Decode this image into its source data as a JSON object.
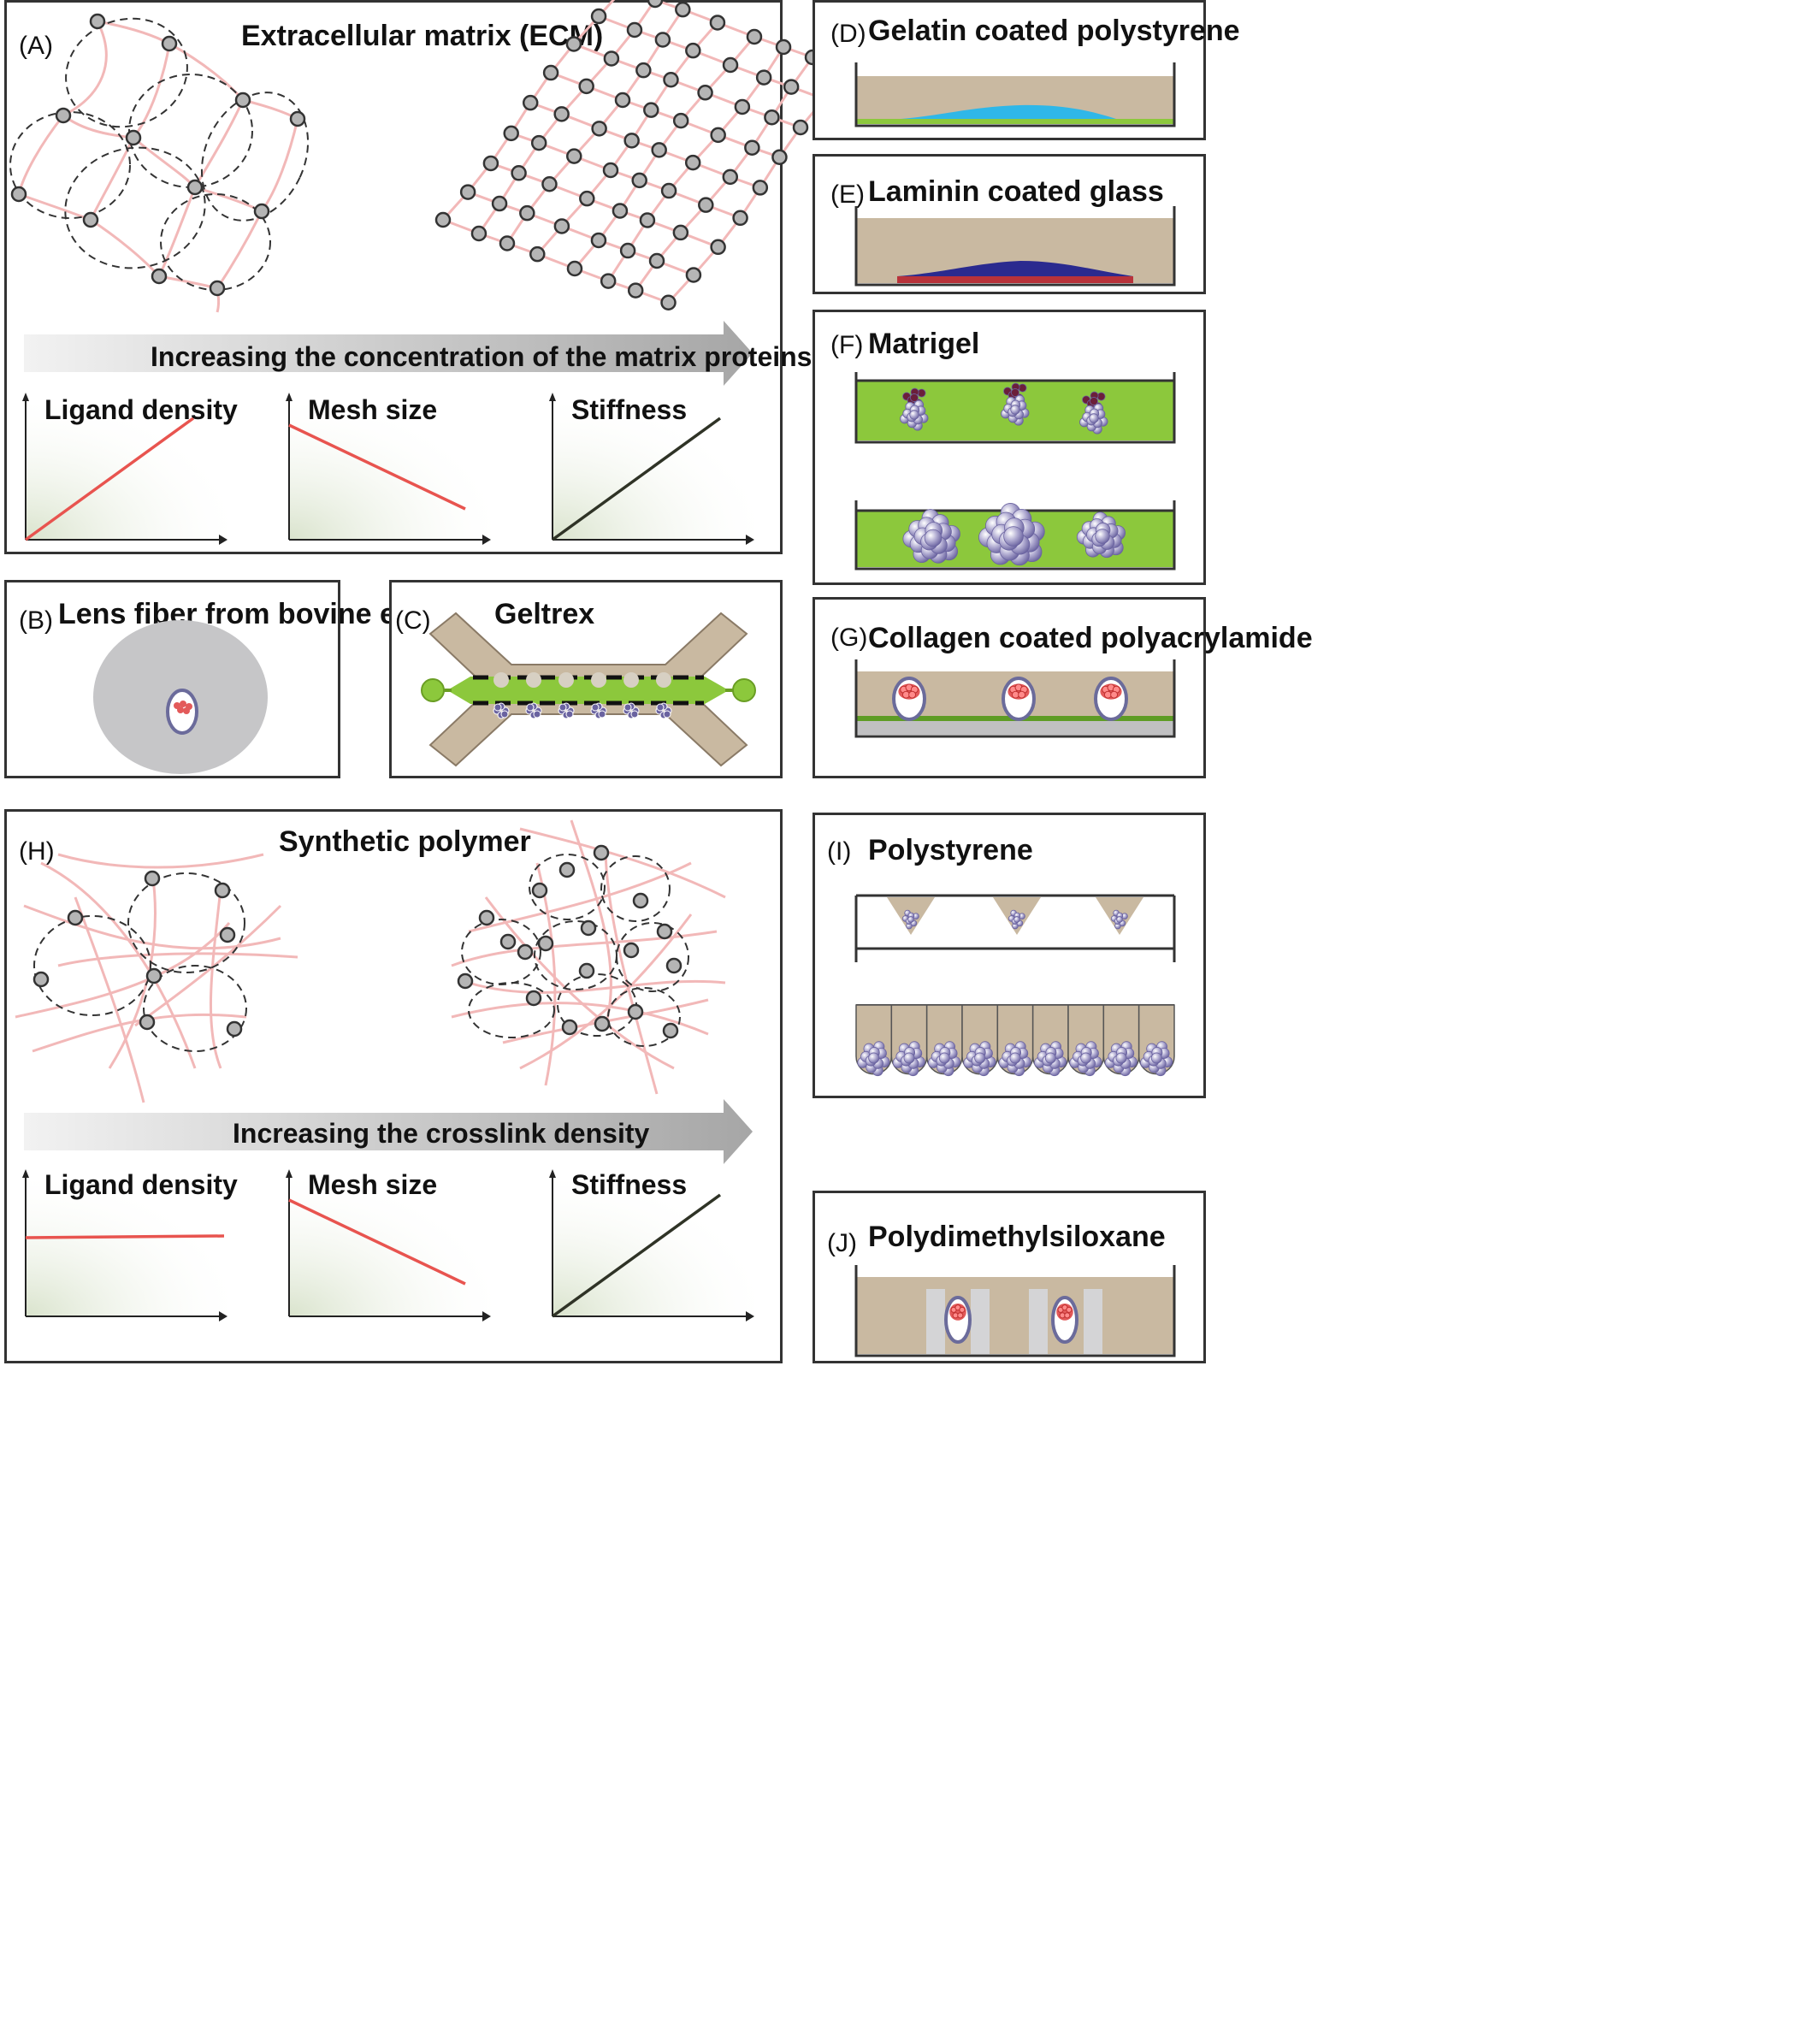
{
  "panelA": {
    "letter": "(A)",
    "title": "Extracellular matrix (ECM)",
    "arrow_label": "Increasing the concentration of the matrix proteins"
  },
  "panelB": {
    "letter": "(B)",
    "title": "Lens fiber from bovine eye"
  },
  "panelC": {
    "letter": "(C)",
    "title": "Geltrex"
  },
  "panelD": {
    "letter": "(D)",
    "title": "Gelatin coated polystyrene"
  },
  "panelE": {
    "letter": "(E)",
    "title": "Laminin coated glass"
  },
  "panelF": {
    "letter": "(F)",
    "title": "Matrigel"
  },
  "panelG": {
    "letter": "(G)",
    "title": "Collagen coated polyacrylamide"
  },
  "panelH": {
    "letter": "(H)",
    "title": "Synthetic polymer",
    "arrow_label": "Increasing the crosslink density"
  },
  "panelI": {
    "letter": "(I)",
    "title": "Polystyrene"
  },
  "panelJ": {
    "letter": "(J)",
    "title": "Polydimethylsiloxane"
  },
  "chart_data": [
    {
      "type": "line",
      "panel": "A",
      "title": "Ligand density",
      "trend": "increasing",
      "color": "#e8544f"
    },
    {
      "type": "line",
      "panel": "A",
      "title": "Mesh size",
      "trend": "decreasing",
      "color": "#e8544f"
    },
    {
      "type": "line",
      "panel": "A",
      "title": "Stiffness",
      "trend": "increasing",
      "color": "#2f3326"
    },
    {
      "type": "line",
      "panel": "H",
      "title": "Ligand density",
      "trend": "constant",
      "color": "#e8544f"
    },
    {
      "type": "line",
      "panel": "H",
      "title": "Mesh size",
      "trend": "decreasing",
      "color": "#e8544f"
    },
    {
      "type": "line",
      "panel": "H",
      "title": "Stiffness",
      "trend": "increasing",
      "color": "#2f3326"
    }
  ],
  "colors": {
    "medium_tan": "#c9b9a1",
    "gel_green": "#8cc83c",
    "gelatin_blue": "#2fb7e8",
    "laminin_blue": "#2a2a8f",
    "laminin_red": "#b8323a",
    "fiber_pink": "#f2b8b8",
    "node_gray": "#b5b5b5"
  }
}
